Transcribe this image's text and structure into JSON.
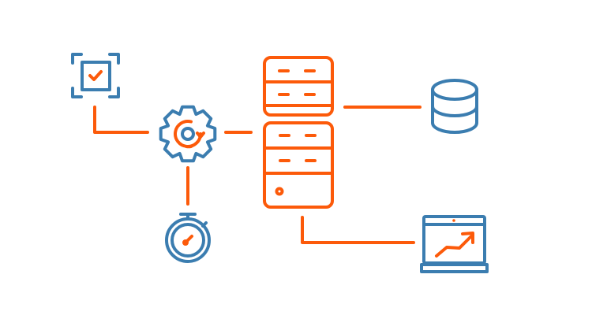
{
  "diagram": {
    "title": "",
    "colors": {
      "accent": "#fc5a0a",
      "primary": "#3b7db0",
      "background": "#ffffff"
    },
    "nodes": [
      {
        "id": "task",
        "icon": "checkbox-focus-icon"
      },
      {
        "id": "process",
        "icon": "gear-refresh-icon"
      },
      {
        "id": "timer",
        "icon": "stopwatch-icon"
      },
      {
        "id": "server-top",
        "icon": "server-rack-icon"
      },
      {
        "id": "server-bottom",
        "icon": "server-tower-icon"
      },
      {
        "id": "database",
        "icon": "database-icon"
      },
      {
        "id": "analytics",
        "icon": "laptop-chart-icon"
      }
    ],
    "edges": [
      {
        "from": "task",
        "to": "process"
      },
      {
        "from": "process",
        "to": "server-bottom"
      },
      {
        "from": "process",
        "to": "timer"
      },
      {
        "from": "server-top",
        "to": "database"
      },
      {
        "from": "server-bottom",
        "to": "analytics"
      }
    ]
  }
}
